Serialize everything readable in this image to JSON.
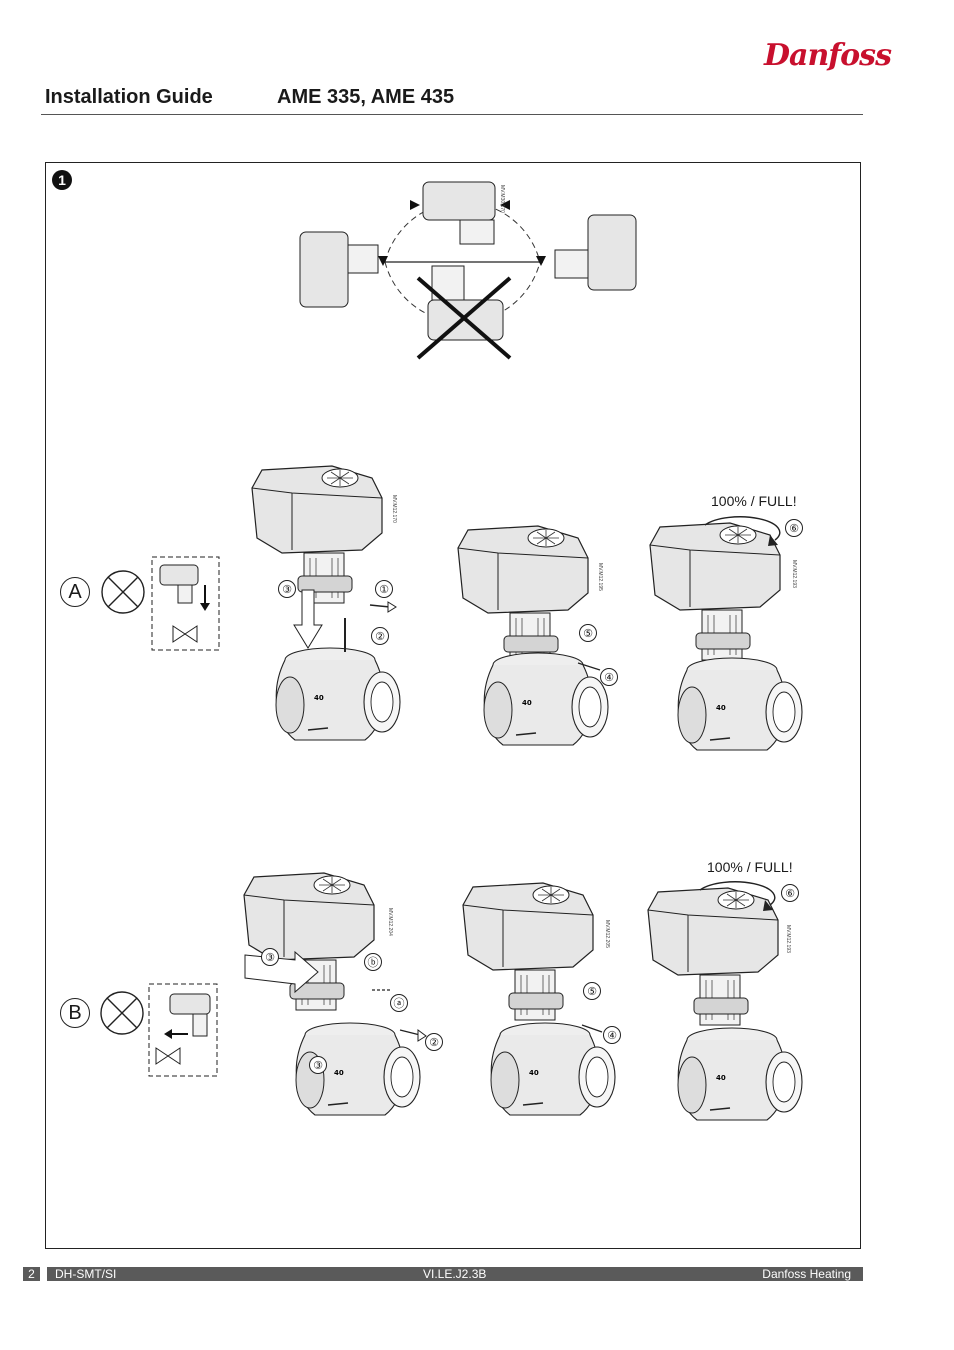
{
  "brand": {
    "logo_text": "Danfoss",
    "color": "#c8102e"
  },
  "header": {
    "title": "Installation Guide",
    "product": "AME 335, AME 435"
  },
  "figure": {
    "number": "1",
    "modes": [
      {
        "letter": "A",
        "full_label": "100% / FULL!",
        "steps": [
          "①",
          "②",
          "③",
          "④",
          "⑤",
          "⑥"
        ],
        "codes": [
          "MV.M12.170",
          "MV.M12.195",
          "MV.M12.193"
        ]
      },
      {
        "letter": "B",
        "full_label": "100% / FULL!",
        "steps": [
          "ⓑ",
          "ⓐ",
          "②",
          "③",
          "③",
          "④",
          "⑤",
          "⑥"
        ],
        "codes": [
          "MV.M12.204",
          "MV.M12.205",
          "MV.M12.193"
        ]
      }
    ],
    "orientation_code": "MV.M30.170",
    "valve_size": "40"
  },
  "footer": {
    "page": "2",
    "dept": "DH-SMT/SI",
    "doc_no": "VI.LE.J2.3B",
    "company": "Danfoss Heating"
  }
}
